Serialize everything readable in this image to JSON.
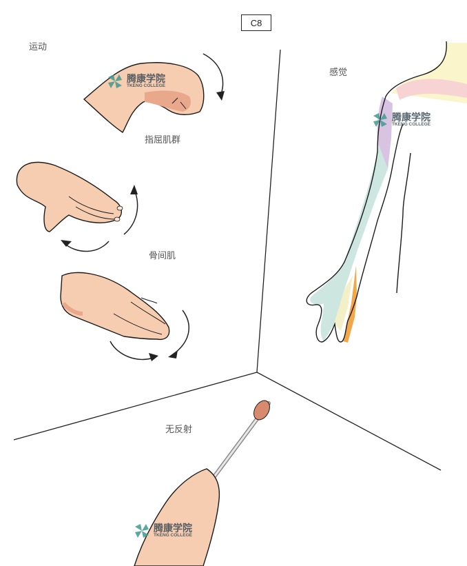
{
  "figure": {
    "segment_label": "C8",
    "sections": {
      "motor": {
        "title": "运动",
        "items": [
          {
            "label": "指屈肌群"
          },
          {
            "label": "骨间肌"
          }
        ]
      },
      "sensory": {
        "title": "感觉"
      },
      "reflex": {
        "title": "无反射"
      }
    },
    "watermark": {
      "cn": "腾康学院",
      "en": "TKENG COLLEGE"
    },
    "colors": {
      "skin": "#f6cdb0",
      "skin_shadow": "#e8a58a",
      "outline": "#1a1a1a",
      "dermatome_c8": "#f2a84a",
      "dermatome_c7": "#f3f0c8",
      "dermatome_c6": "#cde6e0",
      "dermatome_t1": "#d8c4e2",
      "dermatome_t2": "#f7d3d3",
      "dermatome_c4": "#fbf5cc",
      "watermark_teal": "#3f9a8e"
    }
  }
}
